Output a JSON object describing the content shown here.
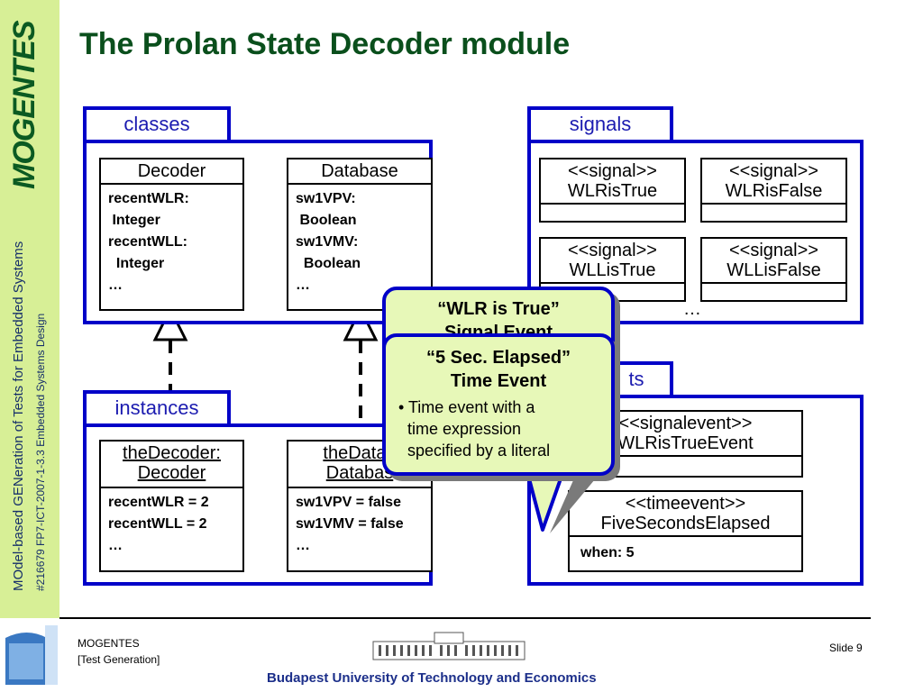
{
  "slide": {
    "title": "The Prolan State Decoder module",
    "sidebar": {
      "logo": "MOGENTES",
      "project": "MOdel-based GENeration of Tests for Embedded Systems",
      "grant": "#216679 FP7-ICT-2007-1-3.3 Embedded Systems Design"
    },
    "footer": {
      "line1": "MOGENTES",
      "line2": "[Test Generation]",
      "slide": "Slide 9",
      "university": "Budapest University of Technology and Economics"
    }
  },
  "packages": {
    "classes": "classes",
    "instances": "instances",
    "signals": "signals",
    "events_partial": "ts"
  },
  "classes": {
    "decoder": {
      "name": "Decoder",
      "attrs": "recentWLR:\n Integer\nrecentWLL:\n  Integer\n…"
    },
    "database": {
      "name": "Database",
      "attrs": "sw1VPV:\n Boolean\nsw1VMV:\n  Boolean\n…"
    }
  },
  "instances": {
    "decoder": {
      "name1": "theDecoder:",
      "name2": "Decoder",
      "attrs": "recentWLR = 2\nrecentWLL = 2\n…"
    },
    "database": {
      "name1": "theDatab",
      "name2": "Databas",
      "attrs": "sw1VPV = false\nsw1VMV = false\n…"
    }
  },
  "signals": {
    "s1": {
      "stereo": "<<signal>>",
      "name": "WLRisTrue"
    },
    "s2": {
      "stereo": "<<signal>>",
      "name": "WLRisFalse"
    },
    "s3": {
      "stereo": "<<signal>>",
      "name": "WLLisTrue"
    },
    "s4": {
      "stereo": "<<signal>>",
      "name": "WLLisFalse"
    },
    "more": "…"
  },
  "events": {
    "e1": {
      "stereo": "<<signalevent>>",
      "name": "WLRisTrueEvent"
    },
    "e2": {
      "stereo": "<<timeevent>>",
      "name": "FiveSecondsElapsed",
      "attr": "when: 5"
    }
  },
  "callouts": {
    "back": {
      "title1": "“WLR is True”",
      "title2": "Signal Event"
    },
    "front": {
      "title1": "“5 Sec. Elapsed”",
      "title2": "Time Event",
      "bullet": "• Time event with a\n  time expression\n  specified by a literal"
    }
  }
}
